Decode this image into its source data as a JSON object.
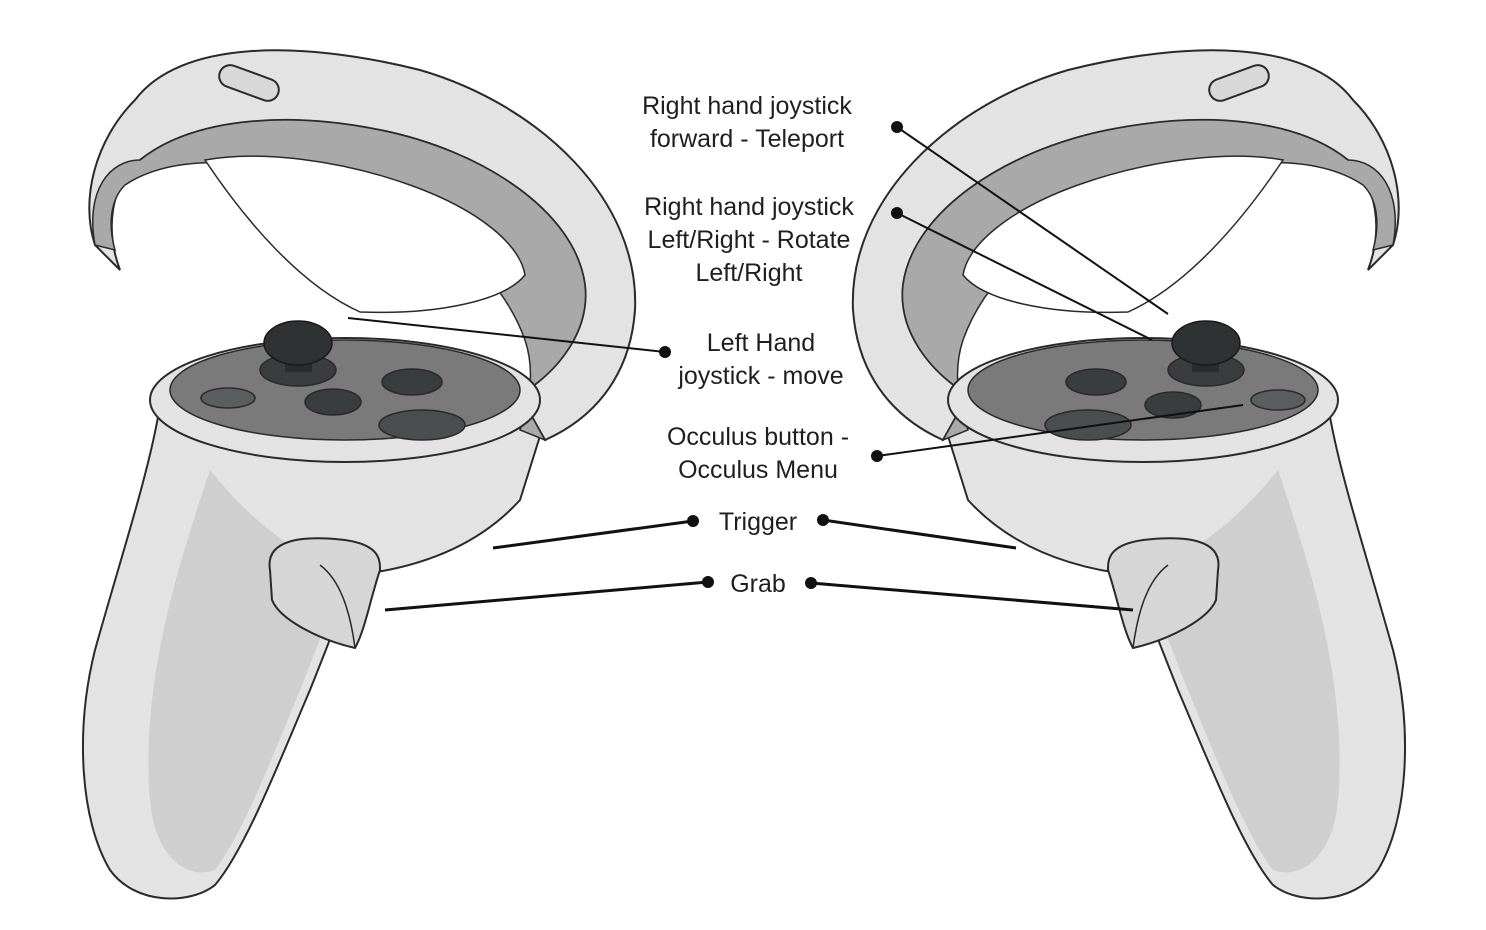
{
  "labels": {
    "right_joystick_forward": [
      "Right hand joystick",
      "forward - Teleport"
    ],
    "right_joystick_rotate": [
      "Right hand joystick",
      "Left/Right - Rotate",
      "Left/Right"
    ],
    "left_joystick_move": [
      "Left Hand",
      "joystick - move"
    ],
    "oculus_button": [
      "Occulus button -",
      "Occulus Menu"
    ],
    "trigger": "Trigger",
    "grab": "Grab"
  },
  "colors": {
    "shell": "#e3e3e3",
    "shell_shadow": "#cdcdcd",
    "ring_inner": "#a9a9a9",
    "face_plate": "#7a7a7a",
    "button_dark": "#3a3d3d",
    "outline": "#2a2a2a",
    "callout_line": "#111111"
  }
}
